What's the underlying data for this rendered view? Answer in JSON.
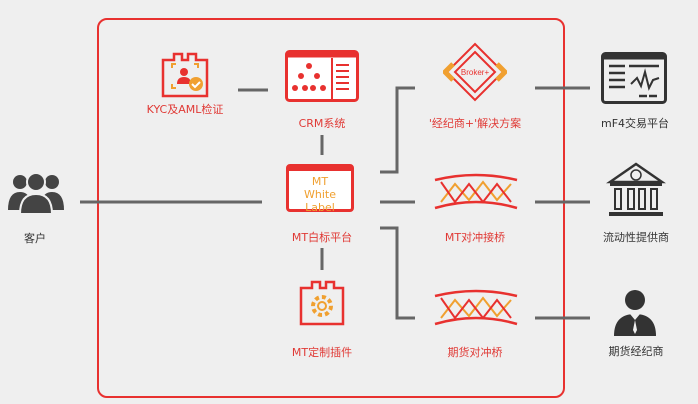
{
  "colors": {
    "red": "#e8312f",
    "orange": "#f0a030",
    "gray": "#555555"
  },
  "nodes": {
    "customer": {
      "label": "客户",
      "icon": "users-icon"
    },
    "kyc": {
      "label": "KYC及AML检证",
      "icon": "id-verify-icon"
    },
    "crm": {
      "label": "CRM系统",
      "icon": "crm-org-chart-icon"
    },
    "white_label": {
      "label": "MT白标平台",
      "box_line1": "MT",
      "box_line2": "White Label"
    },
    "plugin": {
      "label": "MT定制插件",
      "icon": "gear-plugin-icon"
    },
    "broker_plus": {
      "label": "'经纪商+'解决方案",
      "badge": "Broker+"
    },
    "mt_bridge": {
      "label": "MT对冲接桥",
      "icon": "bridge-icon"
    },
    "futures_bridge": {
      "label": "期货对冲桥",
      "icon": "bridge-icon"
    },
    "mf4": {
      "label": "mF4交易平台",
      "icon": "trading-screen-icon"
    },
    "liquidity": {
      "label": "流动性提供商",
      "icon": "bank-icon"
    },
    "futures_broker": {
      "label": "期货经纪商",
      "icon": "businessman-icon"
    }
  }
}
